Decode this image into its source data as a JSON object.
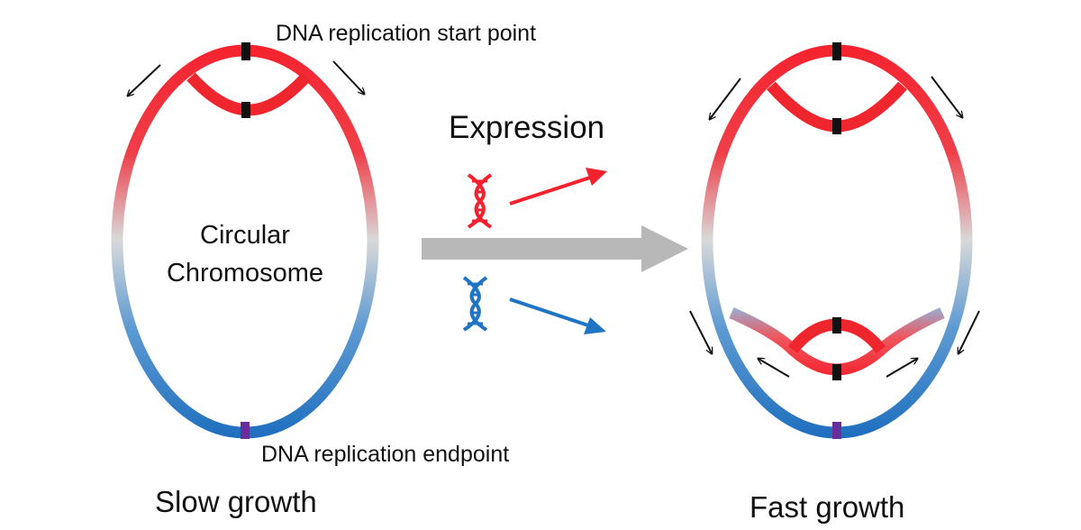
{
  "labels": {
    "start_point": "DNA replication start point",
    "endpoint": "DNA replication endpoint",
    "chromosome_line1": "Circular",
    "chromosome_line2": "Chromosome",
    "expression": "Expression",
    "slow_growth": "Slow growth",
    "fast_growth": "Fast growth"
  },
  "colors": {
    "origin_red": "#f5222d",
    "terminus_blue": "#1f74c4",
    "middle_grey": "#d6d6d6",
    "origin_marker": "#111111",
    "terminus_marker": "#6a2e9a",
    "main_arrow": "#b8b8b8",
    "arrow_black": "#111111"
  },
  "icons": {
    "red_dna": "dna-helix-icon",
    "blue_dna": "dna-helix-icon"
  }
}
